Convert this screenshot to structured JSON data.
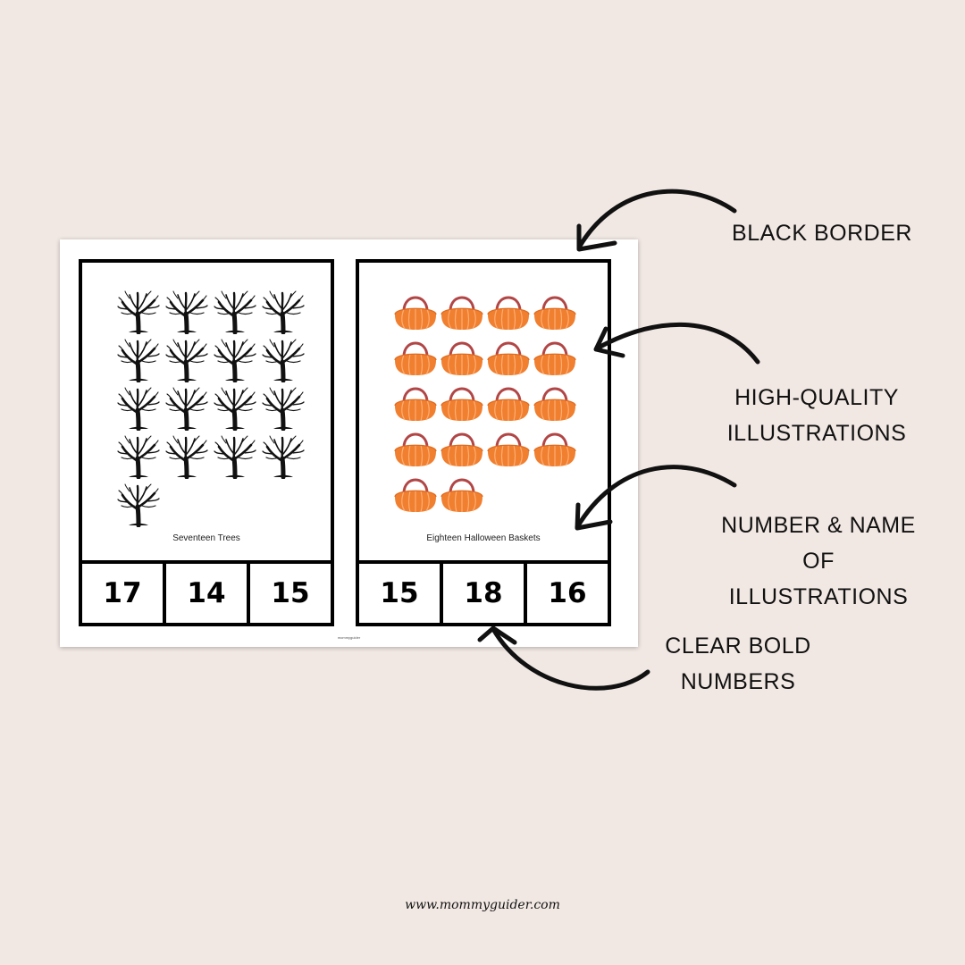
{
  "cards": [
    {
      "illustration": "bare-tree-icon",
      "item_count": 17,
      "title": "Seventeen Trees",
      "choices": [
        "17",
        "14",
        "15"
      ]
    },
    {
      "illustration": "pumpkin-basket-icon",
      "item_count": 18,
      "title": "Eighteen Halloween Baskets",
      "choices": [
        "15",
        "18",
        "16"
      ]
    }
  ],
  "sheet_footer": "mommyguider",
  "annotations": {
    "black_border": [
      "BLACK BORDER"
    ],
    "illustrations": [
      "HIGH-QUALITY",
      "ILLUSTRATIONS"
    ],
    "number_name": [
      "NUMBER & NAME",
      "OF ILLUSTRATIONS"
    ],
    "bold_numbers": [
      "CLEAR BOLD",
      "NUMBERS"
    ]
  },
  "website": "www.mommyguider.com",
  "colors": {
    "background": "#f1e8e3",
    "basket_orange": "#f07f2f",
    "basket_handle": "#b24545",
    "tree": "#111111"
  }
}
